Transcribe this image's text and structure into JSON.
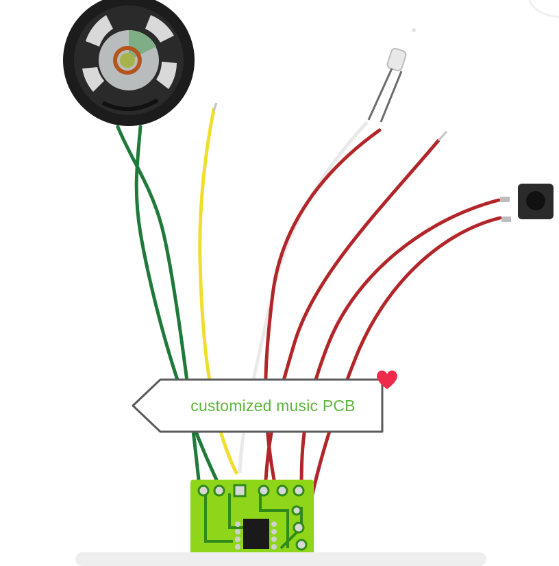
{
  "image": {
    "subject": "music PCB module kit with wired components",
    "background_color": "#ffffff"
  },
  "callout": {
    "label": "customized music PCB",
    "text_color": "#5cb53a",
    "border_color": "#555555",
    "heart_color": "#f02a4a"
  },
  "components": {
    "speaker": {
      "name": "speaker",
      "wire_color": "#1f7a3a"
    },
    "yellow_wire": {
      "name": "yellow-lead",
      "color": "#f2e03a"
    },
    "led": {
      "name": "led",
      "lead_color": "#c7c7c7",
      "wire_color": "#b2262a"
    },
    "red_lead": {
      "name": "red-lead",
      "color": "#b2262a"
    },
    "push_button": {
      "name": "tactile-push-button",
      "wire_color": "#b2262a"
    },
    "pcb": {
      "name": "music-pcb",
      "board_color": "#9be01a",
      "chip_color": "#1a1a1a"
    }
  }
}
